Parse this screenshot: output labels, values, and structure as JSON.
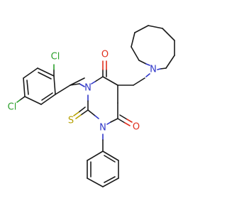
{
  "molecule": {
    "atoms": {
      "n_azepane": "N",
      "n_ring_1": "N",
      "n_ring_3": "N",
      "o_upper": "O",
      "o_lower": "O",
      "s_thione": "S",
      "cl_ortho": "Cl",
      "cl_para": "Cl"
    },
    "colors": {
      "carbon_bond": "#1a1a1a",
      "nitrogen": "#2f36c8",
      "oxygen": "#e0301e",
      "sulfur": "#b5a000",
      "chlorine": "#2ca02c"
    }
  }
}
